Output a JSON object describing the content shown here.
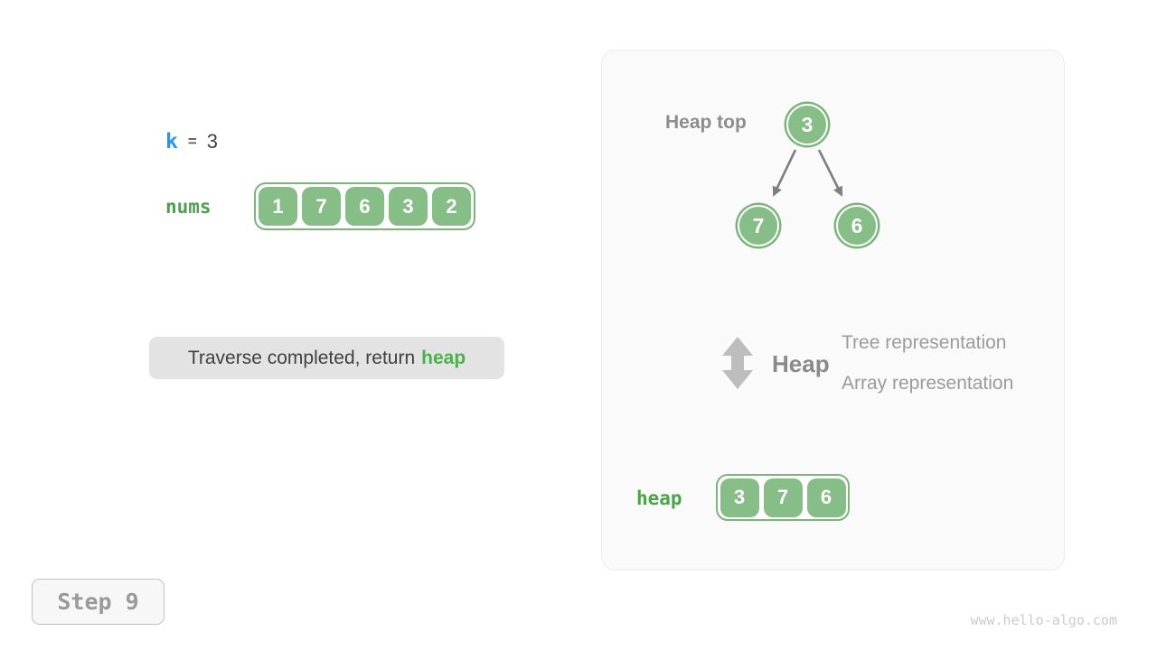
{
  "colors": {
    "green_fill": "#87BD87",
    "green_border": "#7CB47C",
    "green_text": "#4AA44A",
    "highlight_green": "#4CAF50",
    "blue": "#2196F3",
    "dark_text": "#424242",
    "gray_label": "#8D8D8D",
    "gray_text": "#9B9B9B",
    "arrow_gray": "#7F7F7F",
    "panel_bg": "#FAFAFA",
    "message_bg": "#E3E3E3"
  },
  "left": {
    "k_label": "k",
    "k_equals": "=",
    "k_value": "3",
    "nums_label": "nums",
    "nums_values": [
      "1",
      "7",
      "6",
      "3",
      "2"
    ],
    "message": {
      "prefix": "Traverse completed, return",
      "highlight": "heap"
    }
  },
  "panel": {
    "heap_top_label": "Heap top",
    "tree": {
      "root": "3",
      "left_child": "7",
      "right_child": "6"
    },
    "legend": {
      "title": "Heap",
      "line1": "Tree representation",
      "line2": "Array representation"
    },
    "heap_label": "heap",
    "heap_values": [
      "3",
      "7",
      "6"
    ]
  },
  "footer": {
    "step_label": "Step 9",
    "watermark": "www.hello-algo.com"
  }
}
